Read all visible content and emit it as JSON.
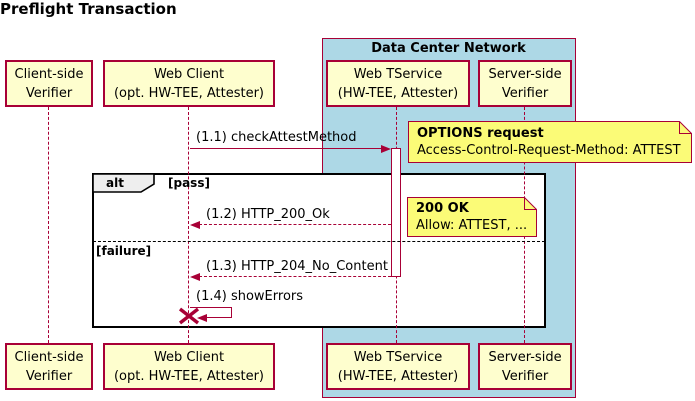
{
  "title": "Preflight Transaction",
  "network_box": {
    "label": "Data Center Network"
  },
  "participants": [
    {
      "id": "client-side-verifier",
      "line1": "Client-side",
      "line2": "Verifier"
    },
    {
      "id": "web-client",
      "line1": "Web Client",
      "line2": "(opt. HW-TEE, Attester)"
    },
    {
      "id": "web-tservice",
      "line1": "Web TService",
      "line2": "(HW-TEE, Attester)"
    },
    {
      "id": "server-side-verifier",
      "line1": "Server-side",
      "line2": "Verifier"
    }
  ],
  "messages": [
    {
      "label": "(1.1) checkAttestMethod",
      "from": "Web Client",
      "to": "Web TService",
      "style": "solid"
    },
    {
      "label": "(1.2) HTTP_200_Ok",
      "from": "Web TService",
      "to": "Web Client",
      "style": "dashed"
    },
    {
      "label": "(1.3) HTTP_204_No_Content",
      "from": "Web TService",
      "to": "Web Client",
      "style": "dashed"
    },
    {
      "label": "(1.4) showErrors",
      "from": "Web Client",
      "to": "Web Client",
      "style": "self-destroy"
    }
  ],
  "notes": [
    {
      "title": "OPTIONS request",
      "body": "Access-Control-Request-Method: ATTEST"
    },
    {
      "title": "200 OK",
      "body": "Allow: ATTEST, ..."
    }
  ],
  "alt_frame": {
    "operator": "alt",
    "conditions": [
      "[pass]",
      "[failure]"
    ]
  },
  "colors": {
    "participant_fill": "#FEFECE",
    "note_fill": "#FBFB77",
    "accent_border": "#A80036",
    "network_fill": "#ADD8E6",
    "operator_tab_fill": "#EEEEEE",
    "frame_border": "#000000"
  }
}
